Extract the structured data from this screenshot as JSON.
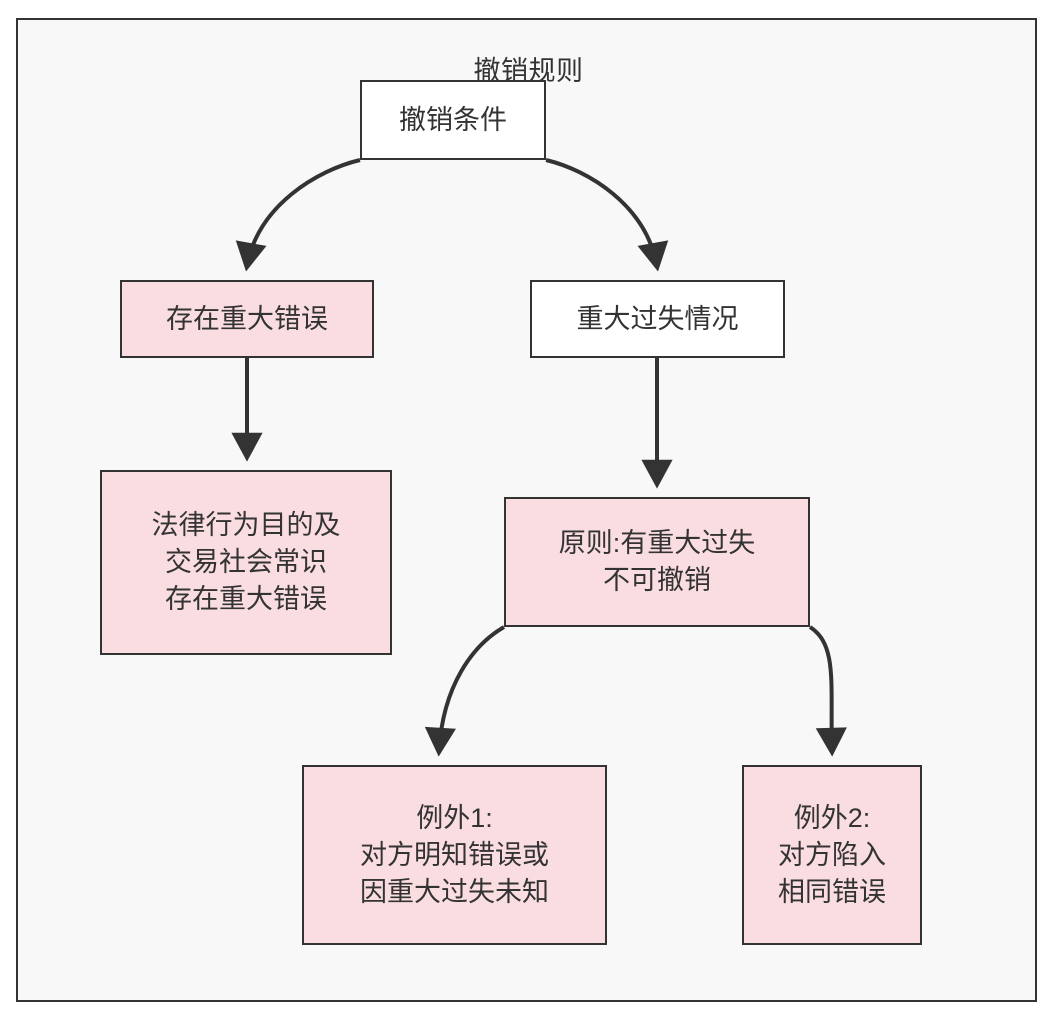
{
  "diagram": {
    "title": "撤销规则",
    "type": "flowchart",
    "direction": "top-down",
    "colors": {
      "page_background": "#ffffff",
      "canvas_background": "#f8f8f8",
      "frame_border": "#333333",
      "node_fill_highlight": "#fadde1",
      "node_fill_plain": "#ffffff",
      "node_border": "#333333",
      "edge_stroke": "#333333",
      "text": "#333333"
    },
    "nodes": [
      {
        "id": "root",
        "label": "撤销条件",
        "fill": "plain",
        "level": 0
      },
      {
        "id": "major_mistake",
        "label": "存在重大错误",
        "fill": "highlight",
        "level": 1
      },
      {
        "id": "gross_negligence",
        "label": "重大过失情况",
        "fill": "plain",
        "level": 1
      },
      {
        "id": "purpose",
        "label": "法律行为目的及\n交易社会常识\n存在重大错误",
        "fill": "highlight",
        "level": 2
      },
      {
        "id": "principle",
        "label": "原则:有重大过失\n不可撤销",
        "fill": "highlight",
        "level": 2
      },
      {
        "id": "exception_1",
        "label": "例外1:\n对方明知错误或\n因重大过失未知",
        "fill": "highlight",
        "level": 3
      },
      {
        "id": "exception_2",
        "label": "例外2:\n对方陷入\n相同错误",
        "fill": "highlight",
        "level": 3
      }
    ],
    "edges": [
      {
        "id": "e1",
        "from": "root",
        "to": "major_mistake",
        "style": "curved",
        "arrow": "triangle"
      },
      {
        "id": "e2",
        "from": "root",
        "to": "gross_negligence",
        "style": "curved",
        "arrow": "triangle"
      },
      {
        "id": "e3",
        "from": "major_mistake",
        "to": "purpose",
        "style": "straight",
        "arrow": "triangle"
      },
      {
        "id": "e4",
        "from": "gross_negligence",
        "to": "principle",
        "style": "straight",
        "arrow": "triangle"
      },
      {
        "id": "e5",
        "from": "principle",
        "to": "exception_1",
        "style": "curved",
        "arrow": "triangle"
      },
      {
        "id": "e6",
        "from": "principle",
        "to": "exception_2",
        "style": "curved",
        "arrow": "triangle"
      }
    ]
  }
}
